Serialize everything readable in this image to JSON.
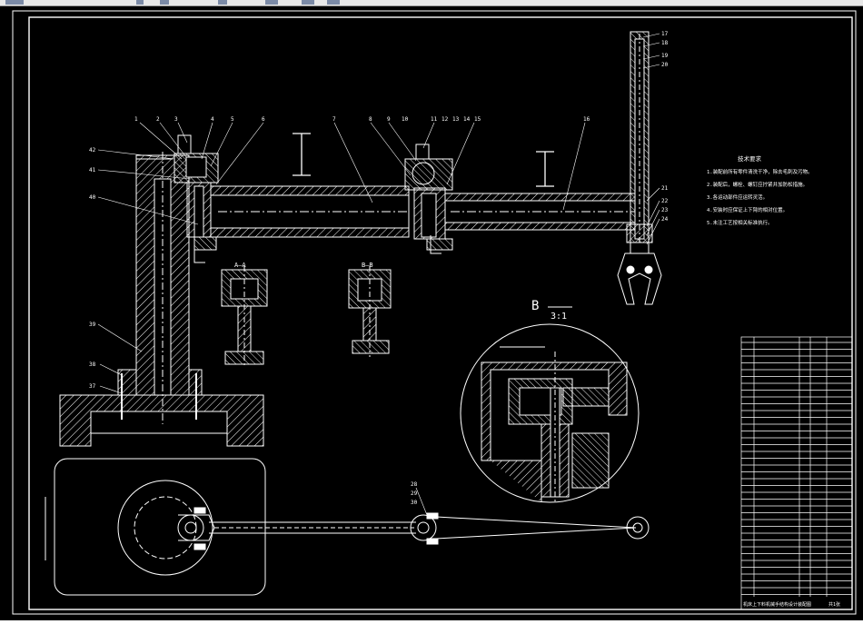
{
  "drawing": {
    "section_ab_label": "A—A",
    "section_bb_label": "B—B",
    "detail": {
      "letter": "B",
      "scale": "3:1"
    },
    "notes_title": "技术要求",
    "notes": [
      "1.装配前所有零件清洗干净，除去毛刺及污物。",
      "2.装配后，螺栓、螺钉应拧紧并加防松措施。",
      "3.各运动部件应运转灵活。",
      "4.安装时应保证上下臂的相对位置。",
      "5.未注工艺按相关标准执行。"
    ],
    "balloons": {
      "top_left": [
        "1",
        "2",
        "3",
        "4",
        "5",
        "6"
      ],
      "top_mid": [
        "7",
        "8",
        "9",
        "10",
        "11",
        "12",
        "13",
        "14",
        "15"
      ],
      "arm_right": "16",
      "column_right": [
        "17",
        "18",
        "19",
        "20",
        "21",
        "22",
        "23",
        "24"
      ],
      "left_side": [
        "42",
        "41",
        "40",
        "39",
        "38",
        "37"
      ],
      "plan": [
        "28",
        "29",
        "30"
      ]
    },
    "title_block": {
      "bottom_title": "机床上下料机械手结构设计装配图",
      "bottom_sheet": "共1张"
    }
  }
}
